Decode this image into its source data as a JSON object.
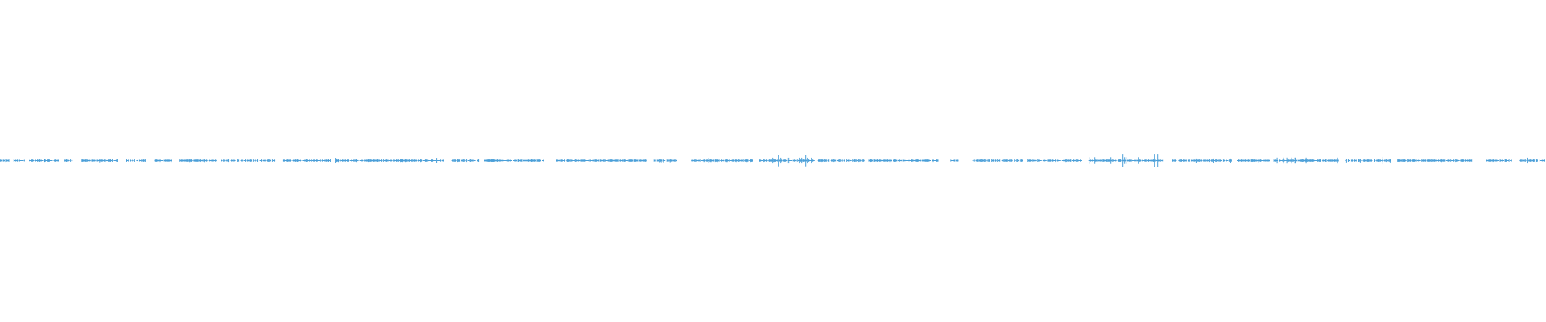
{
  "waveform": {
    "color": "#4a9fd8",
    "background": "#ffffff",
    "segments": [
      {
        "start": 0.0,
        "end": 0.006,
        "peak": 0.1
      },
      {
        "start": 0.009,
        "end": 0.016,
        "peak": 0.12
      },
      {
        "start": 0.019,
        "end": 0.038,
        "peak": 0.14
      },
      {
        "start": 0.042,
        "end": 0.047,
        "peak": 0.4
      },
      {
        "start": 0.053,
        "end": 0.07,
        "peak": 0.18
      },
      {
        "start": 0.07,
        "end": 0.076,
        "peak": 0.32
      },
      {
        "start": 0.082,
        "end": 0.094,
        "peak": 0.45
      },
      {
        "start": 0.1,
        "end": 0.111,
        "peak": 0.18
      },
      {
        "start": 0.116,
        "end": 0.14,
        "peak": 0.15
      },
      {
        "start": 0.143,
        "end": 0.178,
        "peak": 0.08
      },
      {
        "start": 0.183,
        "end": 0.214,
        "peak": 0.15
      },
      {
        "start": 0.217,
        "end": 0.287,
        "peak": 0.28
      },
      {
        "start": 0.292,
        "end": 0.31,
        "peak": 0.12
      },
      {
        "start": 0.313,
        "end": 0.352,
        "peak": 0.12
      },
      {
        "start": 0.36,
        "end": 0.418,
        "peak": 0.2
      },
      {
        "start": 0.423,
        "end": 0.438,
        "peak": 0.35
      },
      {
        "start": 0.447,
        "end": 0.487,
        "peak": 0.28
      },
      {
        "start": 0.491,
        "end": 0.527,
        "peak": 0.6
      },
      {
        "start": 0.529,
        "end": 0.56,
        "peak": 0.2
      },
      {
        "start": 0.562,
        "end": 0.607,
        "peak": 0.14
      },
      {
        "start": 0.615,
        "end": 0.62,
        "peak": 0.08
      },
      {
        "start": 0.629,
        "end": 0.662,
        "peak": 0.1
      },
      {
        "start": 0.665,
        "end": 0.7,
        "peak": 0.14
      },
      {
        "start": 0.704,
        "end": 0.752,
        "peak": 0.7
      },
      {
        "start": 0.758,
        "end": 0.797,
        "peak": 0.22
      },
      {
        "start": 0.8,
        "end": 0.822,
        "peak": 0.16
      },
      {
        "start": 0.824,
        "end": 0.866,
        "peak": 0.62
      },
      {
        "start": 0.87,
        "end": 0.9,
        "peak": 0.38
      },
      {
        "start": 0.904,
        "end": 0.952,
        "peak": 0.22
      },
      {
        "start": 0.961,
        "end": 0.978,
        "peak": 0.14
      },
      {
        "start": 0.983,
        "end": 0.995,
        "peak": 0.3
      },
      {
        "start": 0.996,
        "end": 1.0,
        "peak": 0.2
      }
    ]
  }
}
